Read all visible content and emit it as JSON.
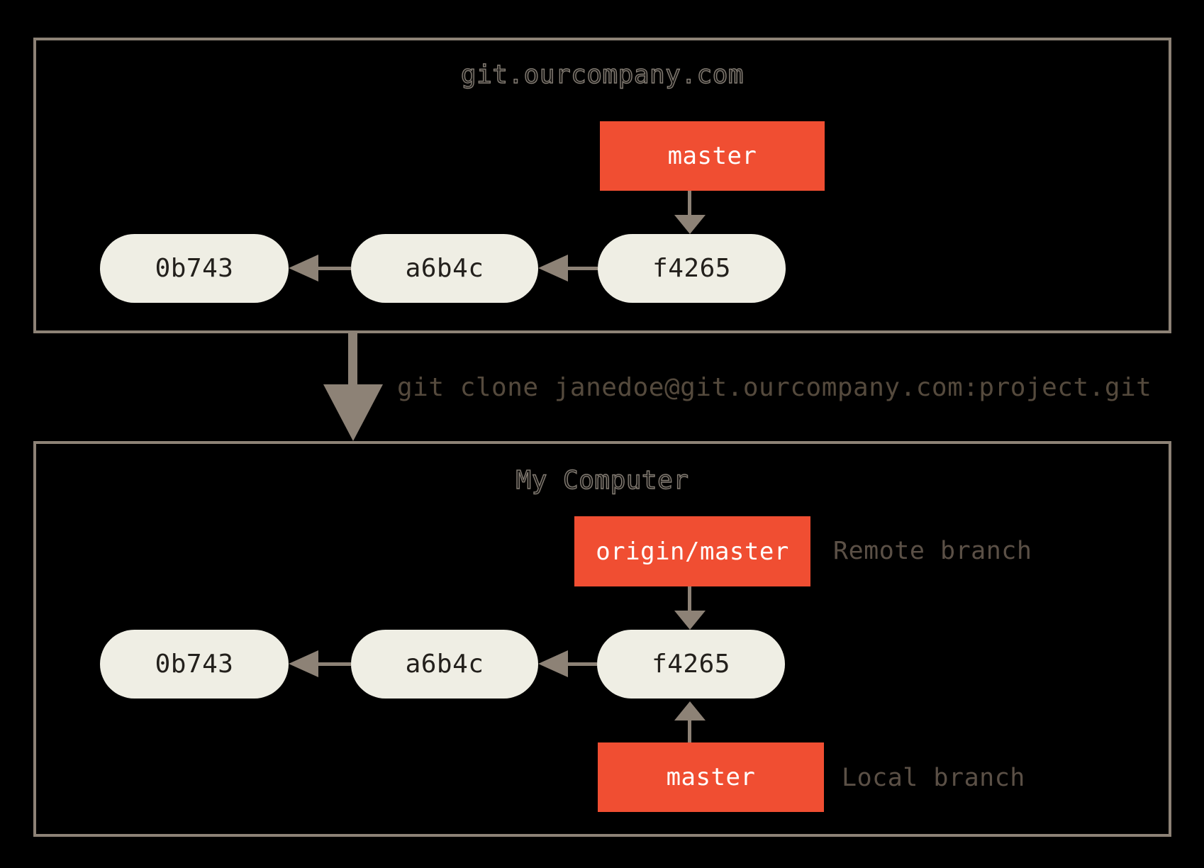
{
  "diagram": {
    "background_color": "#000000",
    "accent_red": "#f04e32",
    "commit_fill": "#efeee4",
    "line_gray": "#8d8276",
    "server": {
      "title": "git.ourcompany.com",
      "branch_label": "master",
      "commits": [
        "0b743",
        "a6b4c",
        "f4265"
      ]
    },
    "clone": {
      "command": "git clone janedoe@git.ourcompany.com:project.git"
    },
    "computer": {
      "title": "My Computer",
      "remote_branch_label": "origin/master",
      "remote_annotation": "Remote branch",
      "local_branch_label": "master",
      "local_annotation": "Local branch",
      "commits": [
        "0b743",
        "a6b4c",
        "f4265"
      ]
    }
  }
}
